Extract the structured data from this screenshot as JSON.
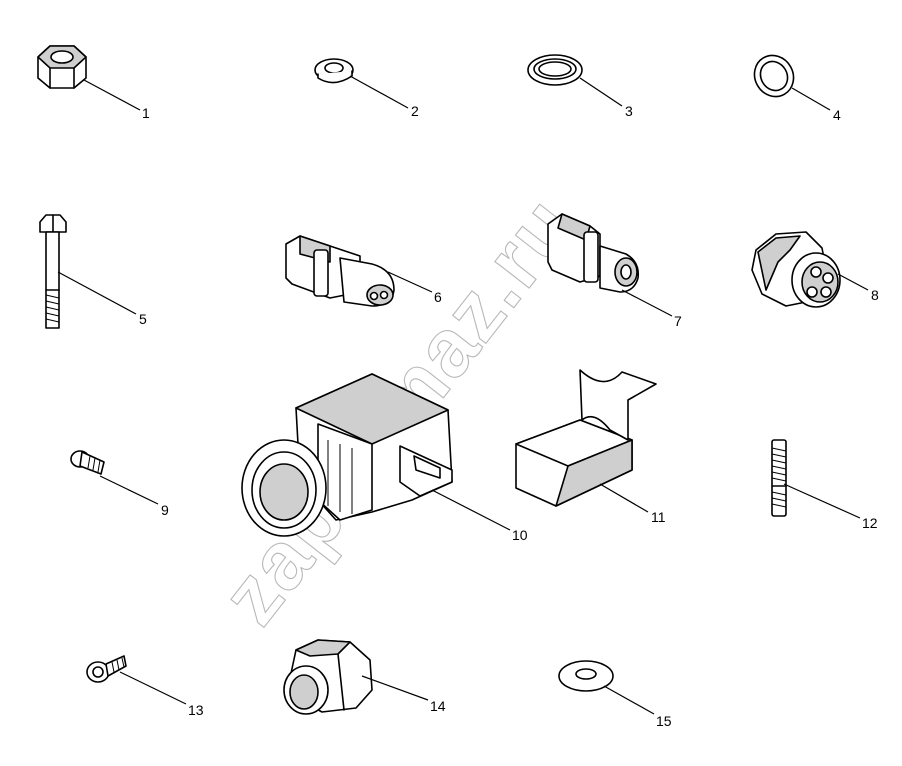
{
  "watermark": "zapkamaz.ru",
  "callouts": [
    {
      "id": "1",
      "label": "1"
    },
    {
      "id": "2",
      "label": "2"
    },
    {
      "id": "3",
      "label": "3"
    },
    {
      "id": "4",
      "label": "4"
    },
    {
      "id": "5",
      "label": "5"
    },
    {
      "id": "6",
      "label": "6"
    },
    {
      "id": "7",
      "label": "7"
    },
    {
      "id": "8",
      "label": "8"
    },
    {
      "id": "9",
      "label": "9"
    },
    {
      "id": "10",
      "label": "10"
    },
    {
      "id": "11",
      "label": "11"
    },
    {
      "id": "12",
      "label": "12"
    },
    {
      "id": "13",
      "label": "13"
    },
    {
      "id": "14",
      "label": "14"
    },
    {
      "id": "15",
      "label": "15"
    }
  ]
}
